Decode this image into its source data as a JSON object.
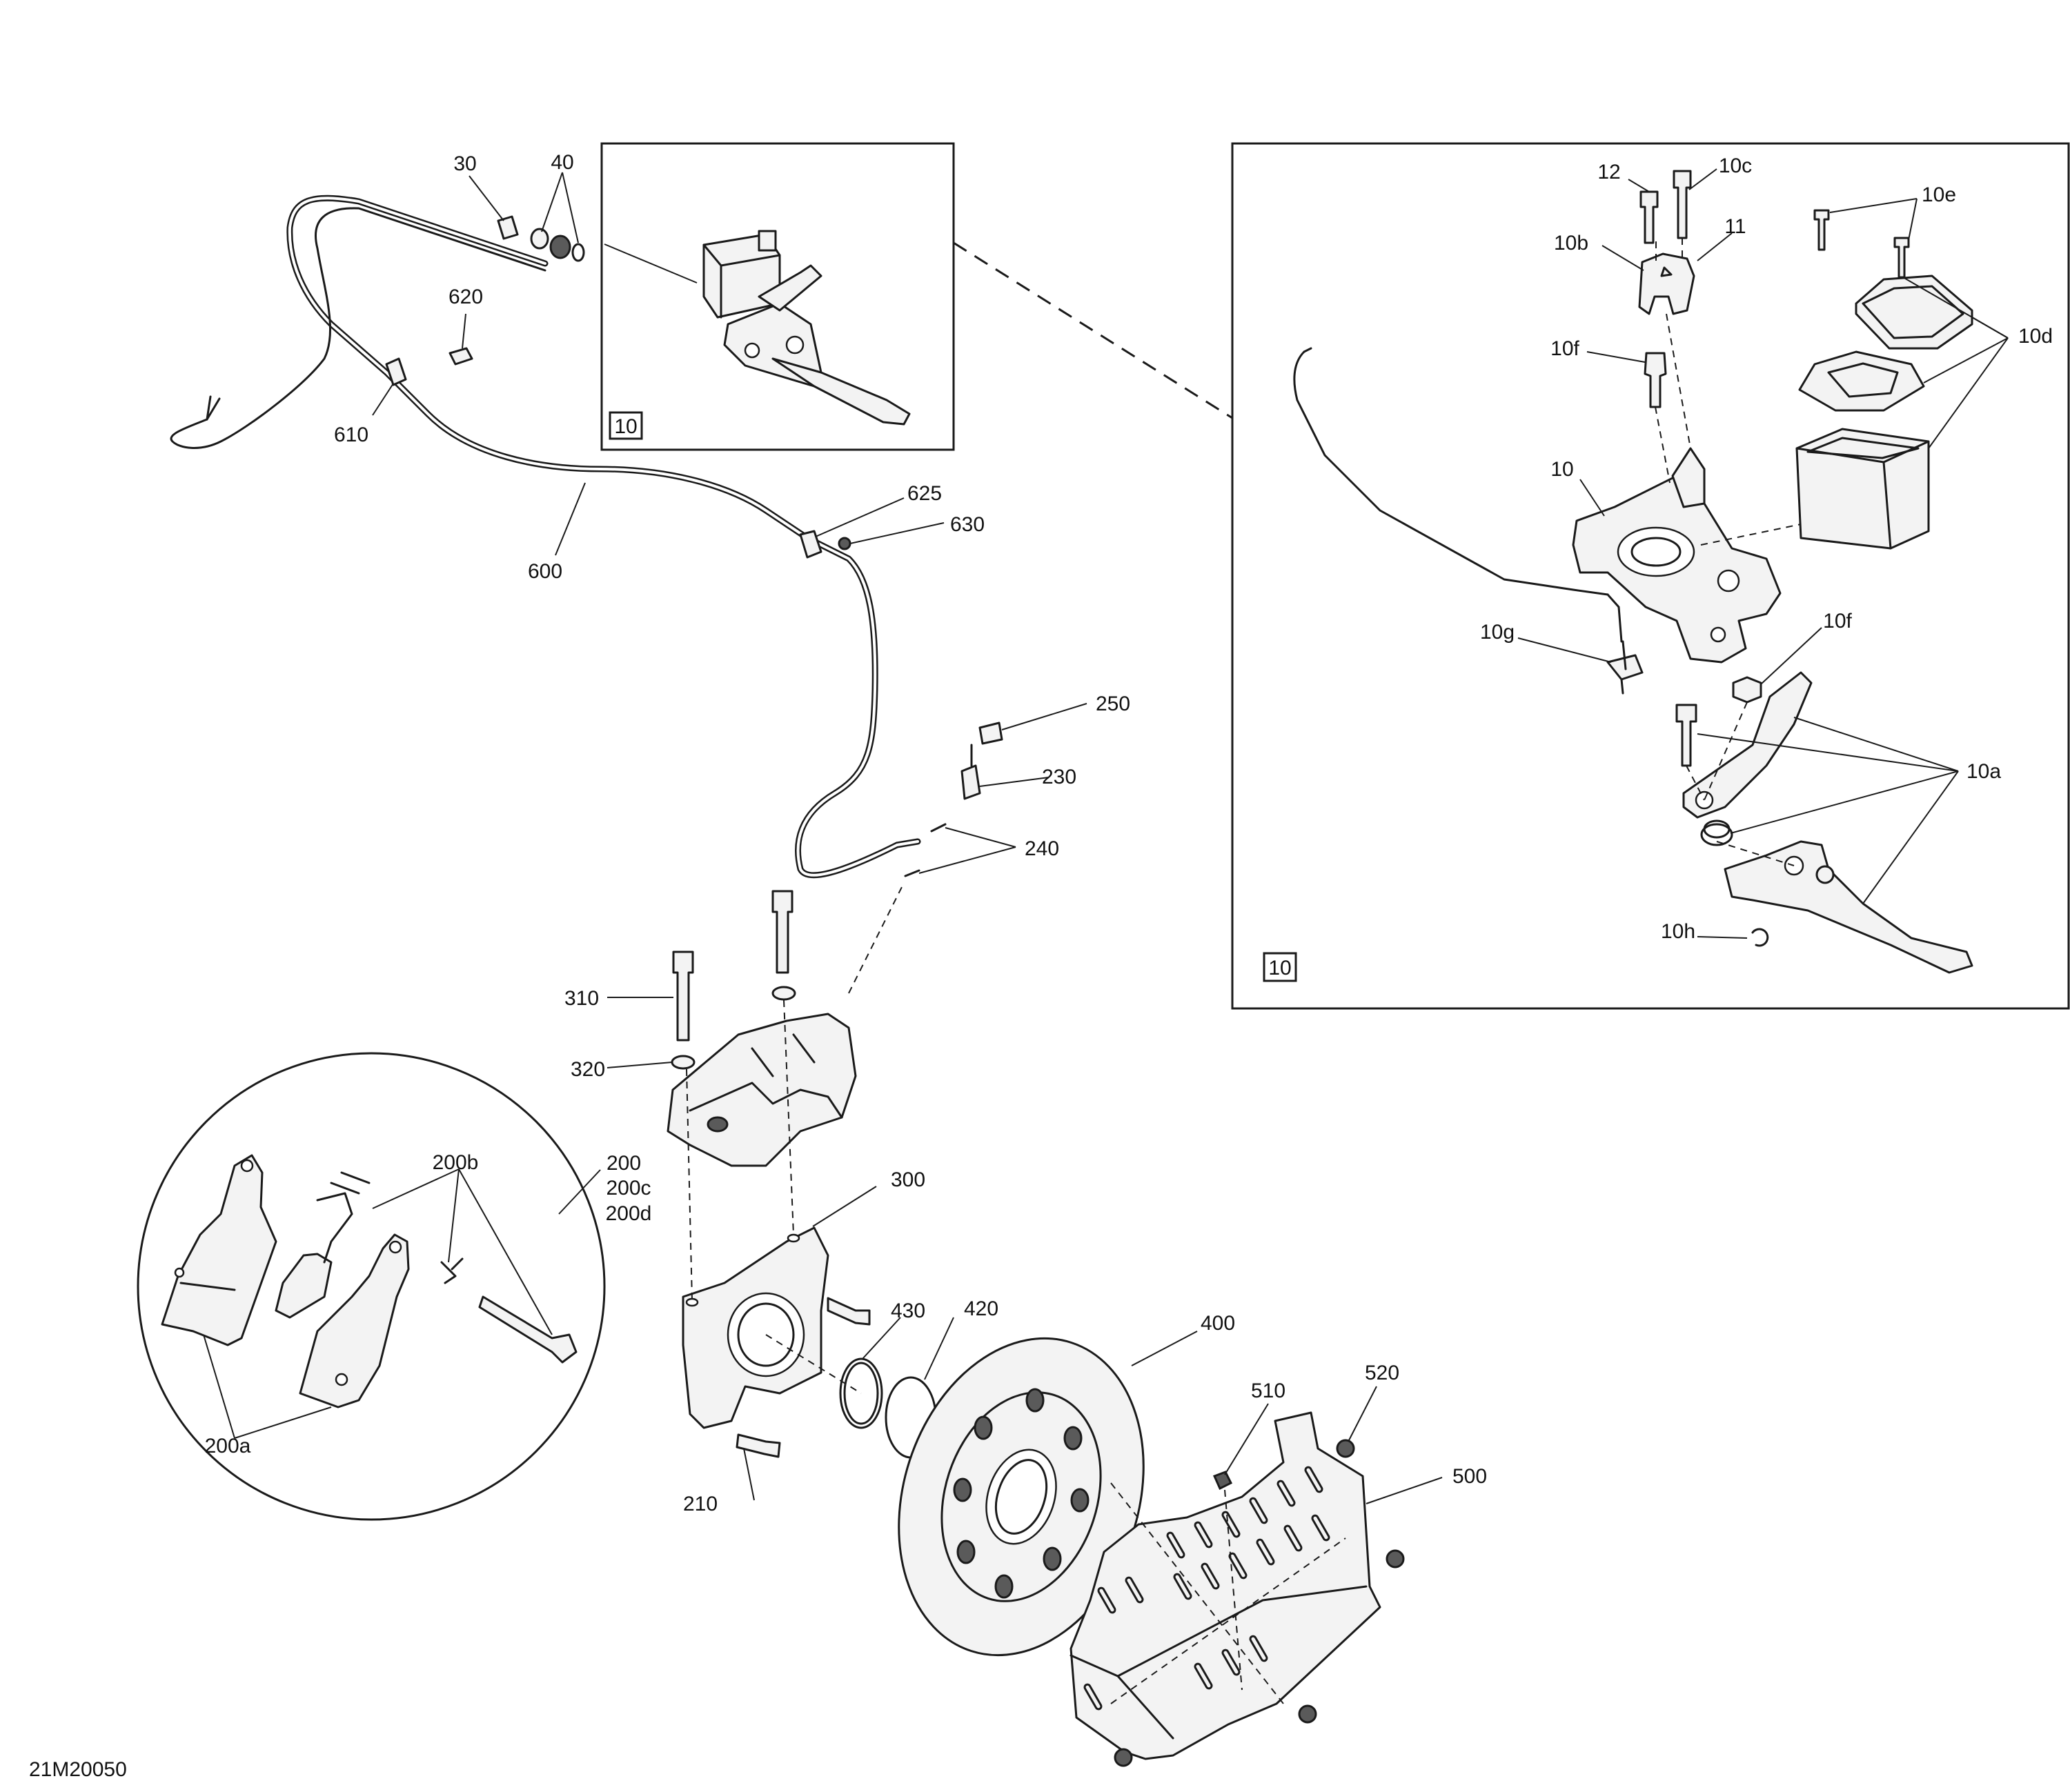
{
  "diagram_code": "21M20050",
  "inset_left": {
    "label": "10"
  },
  "inset_right": {
    "label": "10"
  },
  "callouts": {
    "c30": "30",
    "c40": "40",
    "c620": "620",
    "c610": "610",
    "c600": "600",
    "c625": "625",
    "c630": "630",
    "c250": "250",
    "c230": "230",
    "c240": "240",
    "c310": "310",
    "c320": "320",
    "c200": "200",
    "c200c": "200c",
    "c200d": "200d",
    "c200b": "200b",
    "c200a": "200a",
    "c300": "300",
    "c430": "430",
    "c420": "420",
    "c400": "400",
    "c210": "210",
    "c510": "510",
    "c520": "520",
    "c500": "500",
    "c12": "12",
    "c10c": "10c",
    "c11": "11",
    "c10b": "10b",
    "c10e": "10e",
    "c10d": "10d",
    "c10f_top": "10f",
    "c10": "10",
    "c10g": "10g",
    "c10f_low": "10f",
    "c10a": "10a",
    "c10h": "10h"
  }
}
